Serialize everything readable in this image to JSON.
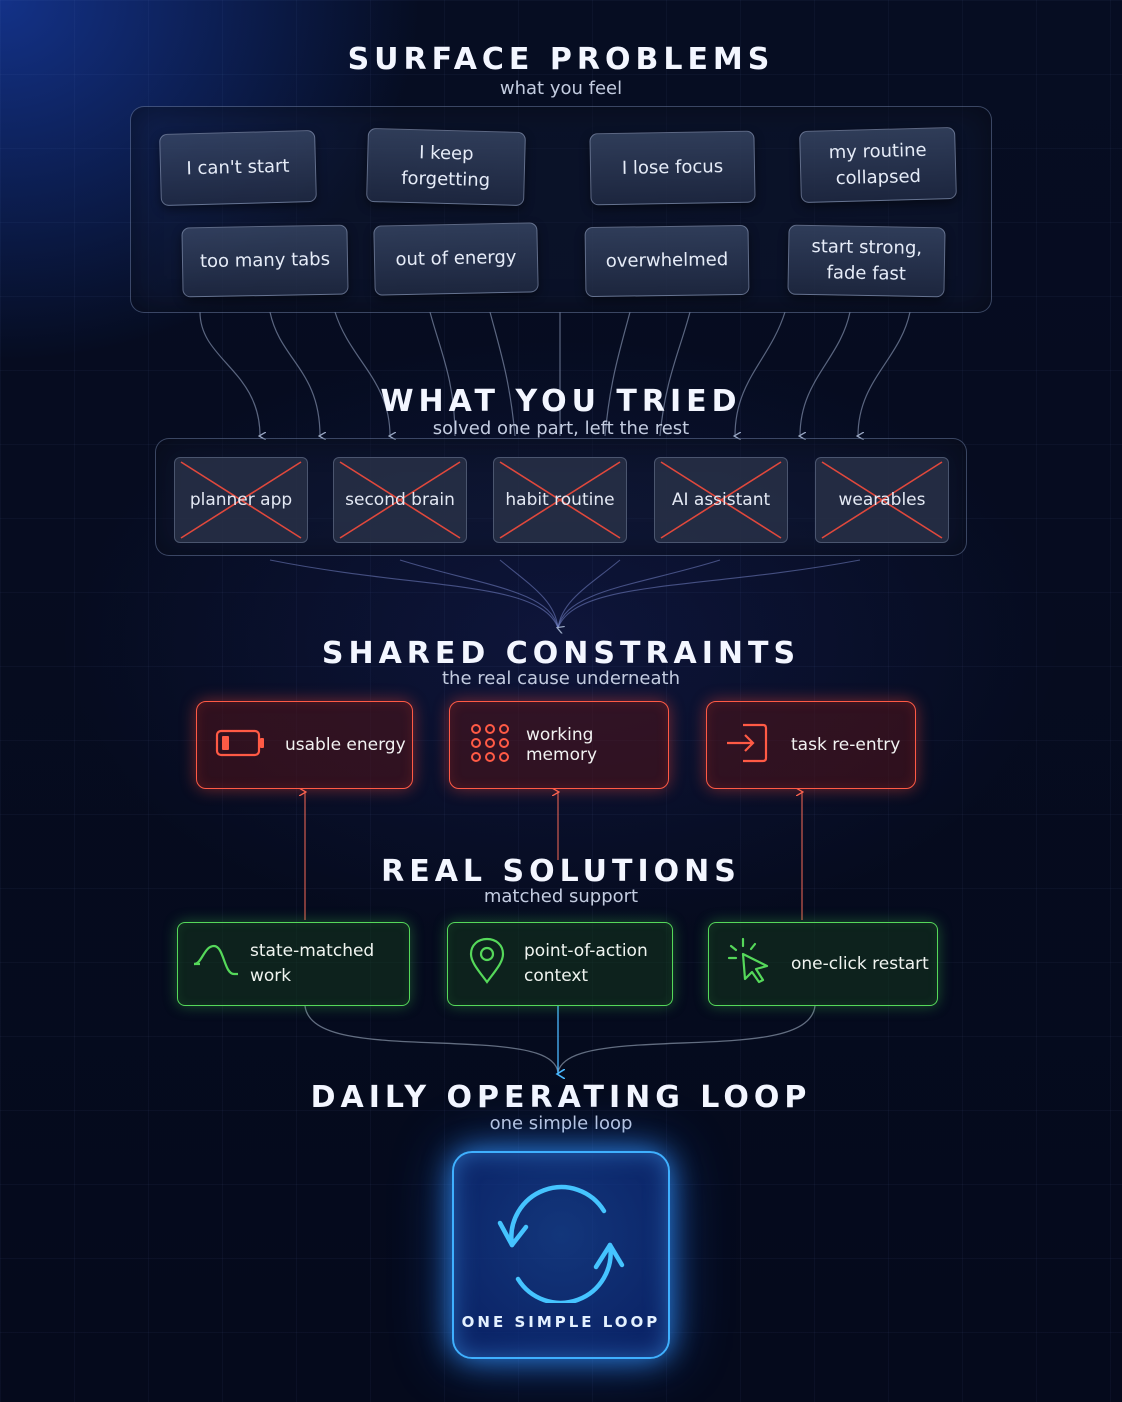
{
  "sections": {
    "surface": {
      "title": "SURFACE PROBLEMS",
      "subtitle": "what you feel"
    },
    "tried": {
      "title": "WHAT YOU TRIED",
      "subtitle": "solved one part, left the rest"
    },
    "constraints": {
      "title": "SHARED CONSTRAINTS",
      "subtitle": "the real cause underneath"
    },
    "solutions": {
      "title": "REAL SOLUTIONS",
      "subtitle": "matched support"
    },
    "loop": {
      "title": "DAILY OPERATING LOOP",
      "subtitle": "one simple loop"
    }
  },
  "surface_problems": [
    "I can't start",
    "I keep forgetting",
    "I lose focus",
    "my routine collapsed",
    "too many tabs",
    "out of energy",
    "overwhelmed",
    "start strong, fade fast"
  ],
  "tried_items": [
    "planner app",
    "second brain",
    "habit routine",
    "AI assistant",
    "wearables"
  ],
  "constraints": [
    {
      "label": "usable energy",
      "icon": "battery-low-icon"
    },
    {
      "label": "working memory",
      "icon": "dot-grid-icon"
    },
    {
      "label": "task re-entry",
      "icon": "enter-icon"
    }
  ],
  "solutions": [
    {
      "label": "state-matched work",
      "icon": "wave-icon"
    },
    {
      "label": "point-of-action context",
      "icon": "location-pin-icon"
    },
    {
      "label": "one-click restart",
      "icon": "cursor-click-icon"
    }
  ],
  "loop_label": "ONE SIMPLE LOOP",
  "colors": {
    "constraint": "#ff5a45",
    "solution": "#55d85a",
    "loop": "#3fb0ff",
    "cross": "#e0483c"
  }
}
